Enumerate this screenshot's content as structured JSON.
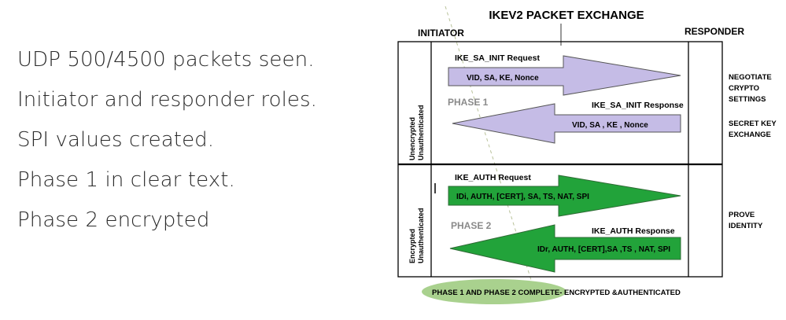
{
  "bullets": [
    "UDP 500/4500 packets seen.",
    "Initiator and responder roles.",
    "SPI values created.",
    "Phase 1 in clear text.",
    "Phase 2 encrypted"
  ],
  "diagram": {
    "title": "IKEV2 PACKET EXCHANGE",
    "initiator_label": "INITIATOR",
    "responder_label": "RESPONDER",
    "phase1": {
      "side_label_line1": "Unencrypted",
      "side_label_line2": "Unauthenticated",
      "phase_label": "PHASE 1",
      "request_label": "IKE_SA_INIT Request",
      "request_payload": "VID, SA, KE, Nonce",
      "response_label": "IKE_SA_INIT Response",
      "response_payload": "VID, SA , KE , Nonce",
      "note_negotiate": [
        "NEGOTIATE",
        "CRYPTO",
        "SETTINGS"
      ],
      "note_secret": [
        "SECRET KEY",
        "EXCHANGE"
      ]
    },
    "phase2": {
      "side_label_line1": "Encrypted",
      "side_label_line2": "Unauthenticated",
      "phase_label": "PHASE 2",
      "request_label": "IKE_AUTH Request",
      "request_payload": "IDi, AUTH, [CERT], SA, TS, NAT, SPI",
      "response_label": "IKE_AUTH Response",
      "response_payload": "IDr, AUTH, [CERT],SA ,TS , NAT, SPI",
      "note_prove": [
        "PROVE",
        "IDENTITY"
      ]
    },
    "footer_highlight": "PHASE 1 AND PHASE 2 COMPLETE-",
    "footer_rest": " ENCRYPTED &AUTHENTICATED",
    "colors": {
      "phase1_arrow": "#c5bce6",
      "phase2_arrow": "#22a33a",
      "footer_ellipse": "#a9d18e",
      "border": "#000000"
    }
  }
}
